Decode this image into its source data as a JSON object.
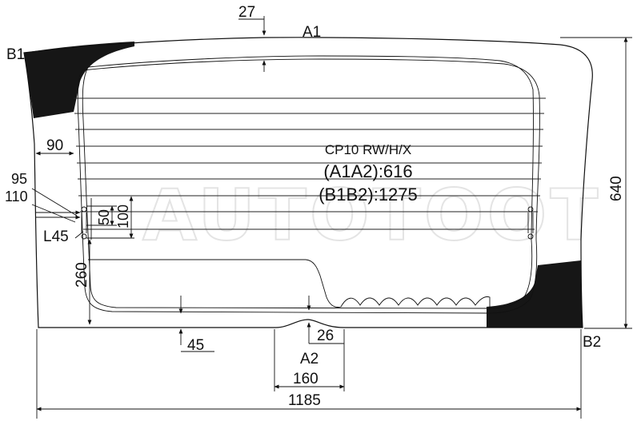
{
  "watermark": "AUTOTOOT",
  "code": "CP10 RW/H/X",
  "a1a2": "(A1A2):616",
  "b1b2": "(B1B2):1275",
  "points": {
    "a1": "A1",
    "a2": "A2",
    "b1": "B1",
    "b2": "B2"
  },
  "dimensions": {
    "top_offset": "27",
    "left_side": "90",
    "left_95": "95",
    "left_110": "110",
    "bracket_50": "50",
    "bracket_100": "100",
    "angle_label": "L45",
    "left_260": "260",
    "bottom_45": "45",
    "bottom_26": "26",
    "bottom_160": "160",
    "overall_width": "1185",
    "overall_height": "640"
  },
  "colors": {
    "outline": "#111111",
    "ceramic_band": "#161616",
    "watermark": "#e4e4e4"
  }
}
